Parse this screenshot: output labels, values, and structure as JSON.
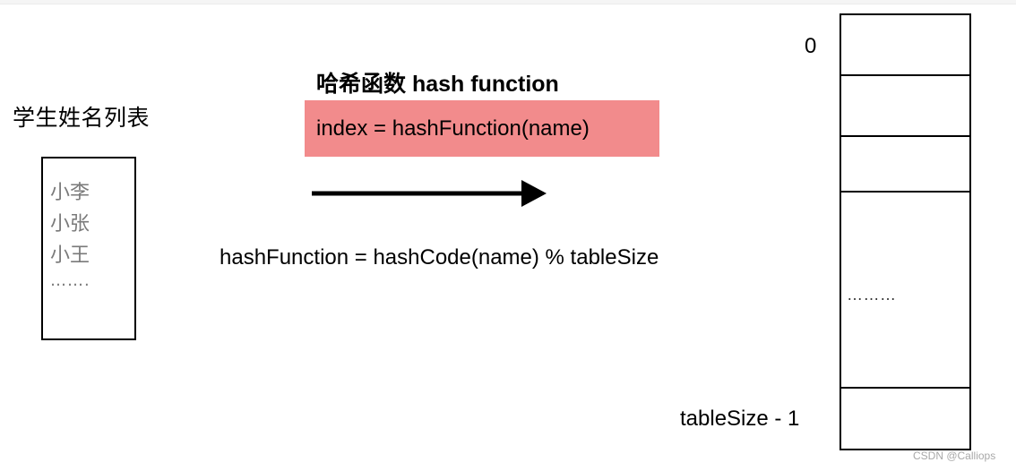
{
  "student_list": {
    "title": "学生姓名列表",
    "items": [
      "小李",
      "小张",
      "小王",
      "……."
    ]
  },
  "hash_section": {
    "title": "哈希函数 hash function",
    "formula": "index = hashFunction(name)",
    "formula_bg_color": "#f28b8c",
    "definition": "hashFunction = hashCode(name) % tableSize"
  },
  "hash_table": {
    "first_index": "0",
    "last_index": "tableSize - 1",
    "ellipsis": "………"
  },
  "watermark": "CSDN @Calliops"
}
